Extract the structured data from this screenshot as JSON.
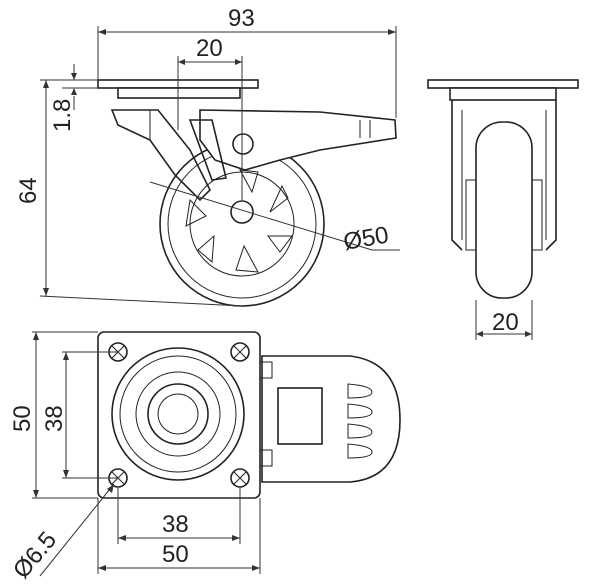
{
  "dimensions": {
    "overall_length": "93",
    "offset": "20",
    "plate_thickness": "1.8",
    "overall_height": "64",
    "wheel_diameter": "Ø50",
    "wheel_width": "20",
    "plate_size_vertical": "50",
    "hole_spacing_vertical": "38",
    "hole_spacing_horizontal": "38",
    "plate_size_horizontal": "50",
    "hole_diameter": "Ø6.5"
  }
}
